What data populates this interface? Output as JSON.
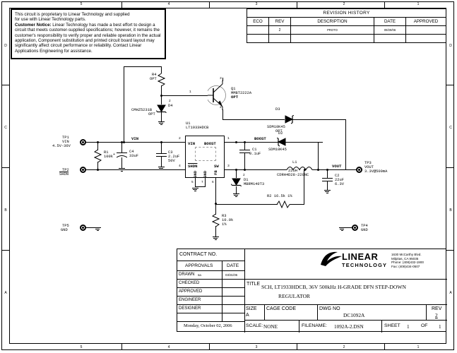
{
  "sheet": {
    "zones_top": [
      "5",
      "4",
      "3",
      "2",
      "1"
    ],
    "zones_bottom": [
      "5",
      "4",
      "3",
      "2",
      "1"
    ],
    "zones_left": [
      "D",
      "C",
      "B",
      "A"
    ],
    "zones_right": [
      "D",
      "C",
      "B",
      "A"
    ]
  },
  "notice": {
    "line1": "This circuit is proprietary to Linear Technology and supplied",
    "line2": "for use with Linear Technology parts.",
    "bold_lead": "Customer Notice:",
    "body": " Linear Technology has made a best effort to design a circuit that meets customer-supplied specifications; however, it remains the customer's responsibility to verify proper and reliable operation in the actual application, Component substitution and printed circuit board layout may significantly affect circuit performance or reliability. Contact Linear Applications Engineering for assistance."
  },
  "revision": {
    "title": "REVISION HISTORY",
    "columns": [
      "ECO",
      "REV",
      "DESCRIPTION",
      "DATE",
      "APPROVED"
    ],
    "rows": [
      {
        "eco": "",
        "rev": "2",
        "description": "PROTO",
        "date": "09/29/06",
        "approved": ""
      },
      {
        "eco": "",
        "rev": "",
        "description": "",
        "date": "",
        "approved": ""
      }
    ]
  },
  "schematic": {
    "ic": {
      "ref": "U1",
      "part": "LT1933HDCB",
      "pins": {
        "vin": {
          "name": "VIN",
          "number": "2"
        },
        "boost": {
          "name": "BOOST",
          "number": "1"
        },
        "shdn": {
          "name": "SHDN",
          "number": "4"
        },
        "sw": {
          "name": "SW",
          "number": "3"
        },
        "gnd_a": {
          "name": "GND",
          "number": "5"
        },
        "gnd_b": {
          "name": "GND",
          "number": "7"
        },
        "fb": {
          "name": "FB",
          "number": "6"
        }
      }
    },
    "testpoints": [
      {
        "ref": "TP1",
        "name": "VIN",
        "value": "4.5V-36V"
      },
      {
        "ref": "TP2",
        "name": "SHDN",
        "value": ""
      },
      {
        "ref": "TP3",
        "name": "VOUT",
        "value": "3.3V@500mA"
      },
      {
        "ref": "TP4",
        "name": "GND",
        "value": ""
      },
      {
        "ref": "TP5",
        "name": "GND",
        "value": ""
      }
    ],
    "nets": [
      {
        "label": "VIN"
      },
      {
        "label": "BOOST"
      },
      {
        "label": "VOUT"
      }
    ],
    "components": [
      {
        "ref": "R1",
        "value": "100k",
        "note": ""
      },
      {
        "ref": "R2",
        "value": "16.5k 1%",
        "note": ""
      },
      {
        "ref": "R3",
        "value": "10.0k",
        "note": "1%"
      },
      {
        "ref": "R4",
        "value": "",
        "note": "OPT"
      },
      {
        "ref": "C1",
        "value": "0.1uF",
        "note": ""
      },
      {
        "ref": "C2",
        "value": "22uF",
        "note": "6.3V"
      },
      {
        "ref": "C3",
        "value": "2.2uF",
        "note": "50V"
      },
      {
        "ref": "C4",
        "value": "33uF",
        "note": ""
      },
      {
        "ref": "L1",
        "value": "22uH",
        "note": "CDRH4D28-220NC"
      },
      {
        "ref": "D1",
        "value": "MBRM140T3",
        "note": ""
      },
      {
        "ref": "D2",
        "value": "SDM10K45",
        "note": ""
      },
      {
        "ref": "D3",
        "value": "SDM10K45",
        "note": "OPT"
      },
      {
        "ref": "D4",
        "value": "CMHZ5231B",
        "note": "OPT"
      },
      {
        "ref": "Q1",
        "value": "MMBT2222A",
        "note": "OPT"
      }
    ],
    "pin_numbers": [
      "1",
      "2",
      "3",
      "4",
      "5",
      "6",
      "7"
    ]
  },
  "title_block": {
    "contract_label": "CONTRACT NO.",
    "contract_value": "",
    "approvals_label": "APPROVALS",
    "date_label": "DATE",
    "approvals": [
      {
        "role": "DRAWN",
        "by": "sa",
        "date": "03/31/06"
      },
      {
        "role": "CHECKED",
        "by": "",
        "date": ""
      },
      {
        "role": "APPROVED",
        "by": "",
        "date": ""
      },
      {
        "role": "ENGINEER",
        "by": "",
        "date": ""
      },
      {
        "role": "DESIGNER",
        "by": "",
        "date": ""
      },
      {
        "role": "",
        "by": "",
        "date": ""
      }
    ],
    "print_date": "Monday, October 02, 2006",
    "title_label": "TITLE",
    "title_line1": "SCH, LT1933HDCB, 36V 500kHz H-GRADE DFN STEP-DOWN",
    "title_line2": "REGULATOR",
    "size_label": "SIZE",
    "size_value": "A",
    "cage_label": "CAGE CODE",
    "cage_value": "",
    "dwg_label": "DWG NO",
    "dwg_value": "DC1092A",
    "rev_label": "REV",
    "rev_value": "2",
    "scale_label": "SCALE:",
    "scale_value": "NONE",
    "filename_label": "FILENAME:",
    "filename_value": "1092A-2.DSN",
    "sheet_label": "SHEET",
    "sheet_number": "1",
    "sheet_of": "OF",
    "sheet_total": "1"
  },
  "logo": {
    "name": "LINEAR",
    "sub": "TECHNOLOGY",
    "address": "1630 McCarthy Blvd.\nMilpitas, CA 95035\nPhone: (408)432-1900\nFax: (408)434-0507"
  }
}
